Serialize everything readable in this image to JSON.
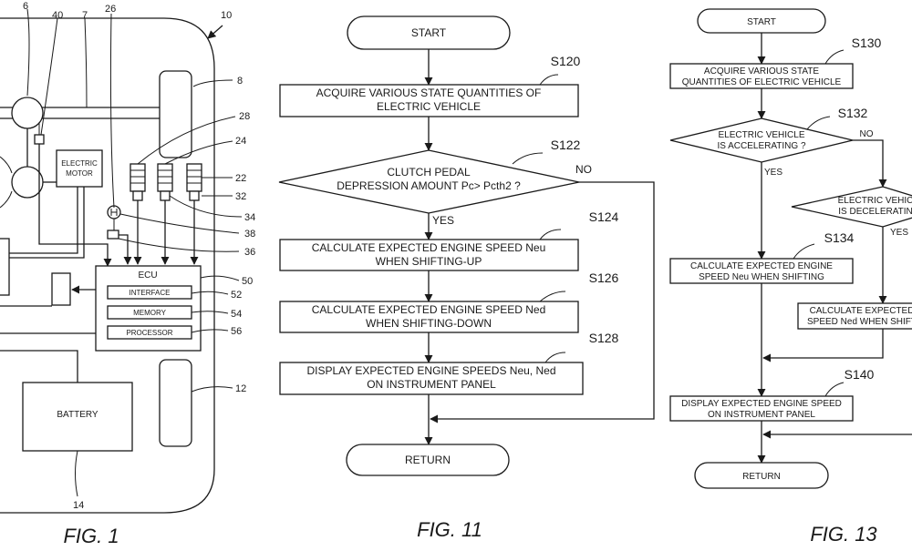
{
  "fig1": {
    "caption": "FIG. 1",
    "refs": {
      "r6": "6",
      "r40": "40",
      "r7": "7",
      "r26": "26",
      "r10": "10",
      "r8": "8",
      "r28": "28",
      "r24": "24",
      "r22": "22",
      "r32": "32",
      "r34": "34",
      "r38": "38",
      "r36": "36",
      "r50": "50",
      "r52": "52",
      "r54": "54",
      "r56": "56",
      "r12": "12",
      "r14": "14"
    },
    "motor_line1": "ELECTRIC",
    "motor_line2": "MOTOR",
    "ecu": "ECU",
    "interface": "INTERFACE",
    "memory": "MEMORY",
    "processor": "PROCESSOR",
    "battery": "BATTERY"
  },
  "fig11": {
    "caption": "FIG. 11",
    "start": "START",
    "return": "RETURN",
    "s120": "S120",
    "s120_l1": "ACQUIRE VARIOUS STATE QUANTITIES OF",
    "s120_l2": "ELECTRIC VEHICLE",
    "s122": "S122",
    "s122_l1": "CLUTCH PEDAL",
    "s122_l2": "DEPRESSION AMOUNT Pc> Pcth2 ?",
    "no": "NO",
    "yes": "YES",
    "s124": "S124",
    "s124_l1": "CALCULATE EXPECTED ENGINE SPEED Neu",
    "s124_l2": "WHEN SHIFTING-UP",
    "s126": "S126",
    "s126_l1": "CALCULATE EXPECTED ENGINE SPEED Ned",
    "s126_l2": "WHEN SHIFTING-DOWN",
    "s128": "S128",
    "s128_l1": "DISPLAY EXPECTED ENGINE SPEEDS Neu, Ned",
    "s128_l2": "ON INSTRUMENT PANEL"
  },
  "fig13": {
    "caption": "FIG. 13",
    "start": "START",
    "return": "RETURN",
    "s130": "S130",
    "s130_l1": "ACQUIRE VARIOUS STATE",
    "s130_l2": "QUANTITIES OF ELECTRIC VEHICLE",
    "s132": "S132",
    "s132_l1": "ELECTRIC VEHICLE",
    "s132_l2": "IS ACCELERATING ?",
    "no": "NO",
    "yes": "YES",
    "dec_l1": "ELECTRIC VEHIC",
    "dec_l2": "IS DECELERATIN",
    "yes2": "YES",
    "s134": "S134",
    "s134_l1": "CALCULATE EXPECTED ENGINE",
    "s134_l2": "SPEED Neu WHEN SHIFTING",
    "s136_l1": "CALCULATE EXPECTED",
    "s136_l2": "SPEED Ned WHEN SHIFT",
    "s140": "S140",
    "s140_l1": "DISPLAY EXPECTED ENGINE SPEED",
    "s140_l2": "ON INSTRUMENT PANEL"
  }
}
